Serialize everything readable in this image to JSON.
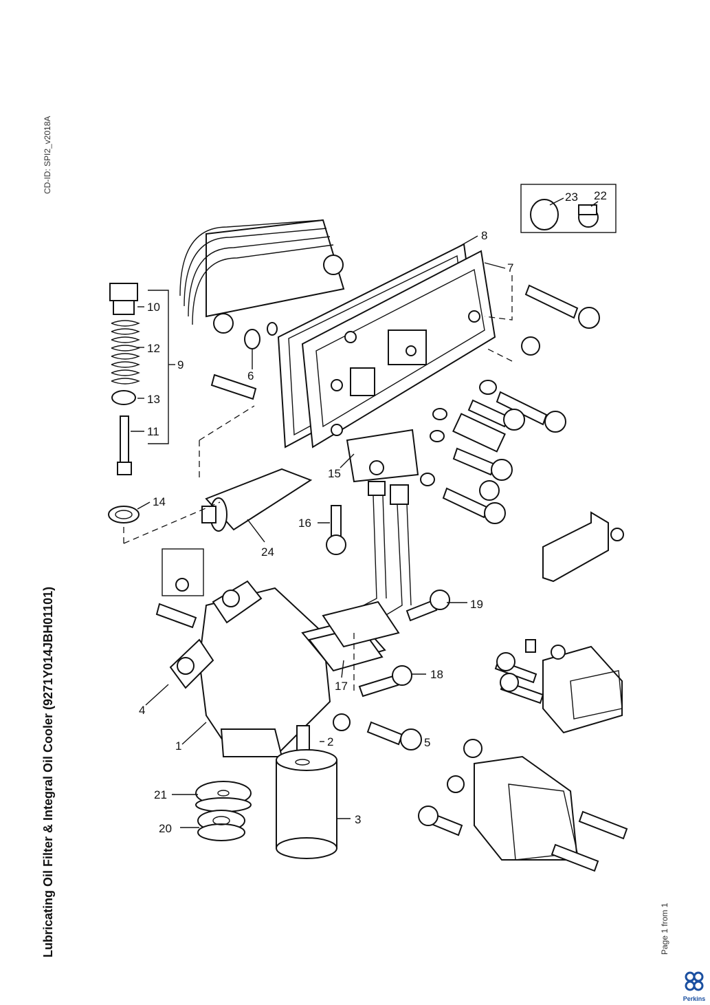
{
  "page": {
    "title": "Lubricating Oil Filter & Integral Oil Cooler (9271Y014JBH01101)",
    "cd_id": "CD-ID: SPI2_v2018A",
    "page_number": "Page 1 from 1",
    "brand": "Perkins",
    "brand_color": "#1a4fa0"
  },
  "callouts": [
    "1",
    "2",
    "3",
    "4",
    "5",
    "6",
    "7",
    "8",
    "9",
    "10",
    "11",
    "12",
    "13",
    "14",
    "15",
    "16",
    "17",
    "18",
    "19",
    "20",
    "21",
    "22",
    "23",
    "24"
  ]
}
